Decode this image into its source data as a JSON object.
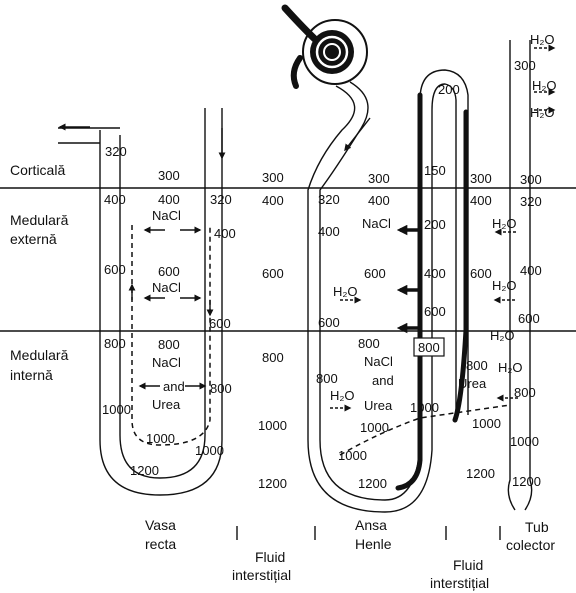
{
  "zones": {
    "cortex": "Corticală",
    "outer_medulla_1": "Medulară",
    "outer_medulla_2": "externă",
    "inner_medulla_1": "Medulară",
    "inner_medulla_2": "internă"
  },
  "vasa_recta": {
    "v320": "320",
    "v300": "300",
    "v400a": "400",
    "v400b": "400",
    "v320b": "320",
    "v400c": "400",
    "nacl1": "NaCl",
    "v600a": "600",
    "v600b": "600",
    "nacl2": "NaCl",
    "v600c": "600",
    "v800a": "800",
    "v800b": "800",
    "nacl3": "NaCl",
    "and": "and",
    "urea": "Urea",
    "v800c": "800",
    "v1000a": "1000",
    "v1000b": "1000",
    "v1000c": "1000",
    "v1200": "1200"
  },
  "interstitial_1": {
    "v300": "300",
    "v400": "400",
    "v600": "600",
    "v800": "800",
    "v1000": "1000",
    "v1200": "1200"
  },
  "loop_of_henle": {
    "v320": "320",
    "v300": "300",
    "v400a": "400",
    "v400b": "400",
    "nacl1": "NaCl",
    "v150": "150",
    "v200a": "200",
    "v200b": "200",
    "h2o_1": "H₂O",
    "v600a": "600",
    "v600b": "600",
    "v400c": "400",
    "v600c": "600",
    "v800a": "800",
    "nacl2": "NaCl",
    "and": "and",
    "urea": "Urea",
    "v800b": "800",
    "h2o_2": "H₂O",
    "v800box": "800",
    "v1000a": "1000",
    "v1000b": "1000",
    "v1000c": "1000",
    "v1200": "1200"
  },
  "interstitial_2": {
    "v300": "300",
    "v400": "400",
    "v600": "600",
    "v800": "800",
    "urea": "Urea",
    "v1000": "1000",
    "v1200": "1200"
  },
  "collecting_duct": {
    "h2o_1": "H₂O",
    "v300a": "300",
    "h2o_2": "H₂O",
    "h2o_3": "H₂O",
    "v300b": "300",
    "v320": "320",
    "h2o_4": "H₂O",
    "v400": "400",
    "h2o_5": "H₂O",
    "v600": "600",
    "h2o_6": "H₂O",
    "h2o_7": "H₂O",
    "v800": "800",
    "v1000": "1000",
    "v1200": "1200"
  },
  "bottom_labels": {
    "vasa_1": "Vasa",
    "vasa_2": "recta",
    "fluid1_1": "Fluid",
    "fluid1_2": "interstițial",
    "ansa_1": "Ansa",
    "ansa_2": "Henle",
    "fluid2_1": "Fluid",
    "fluid2_2": "interstițial",
    "tub_1": "Tub",
    "tub_2": "colector"
  }
}
